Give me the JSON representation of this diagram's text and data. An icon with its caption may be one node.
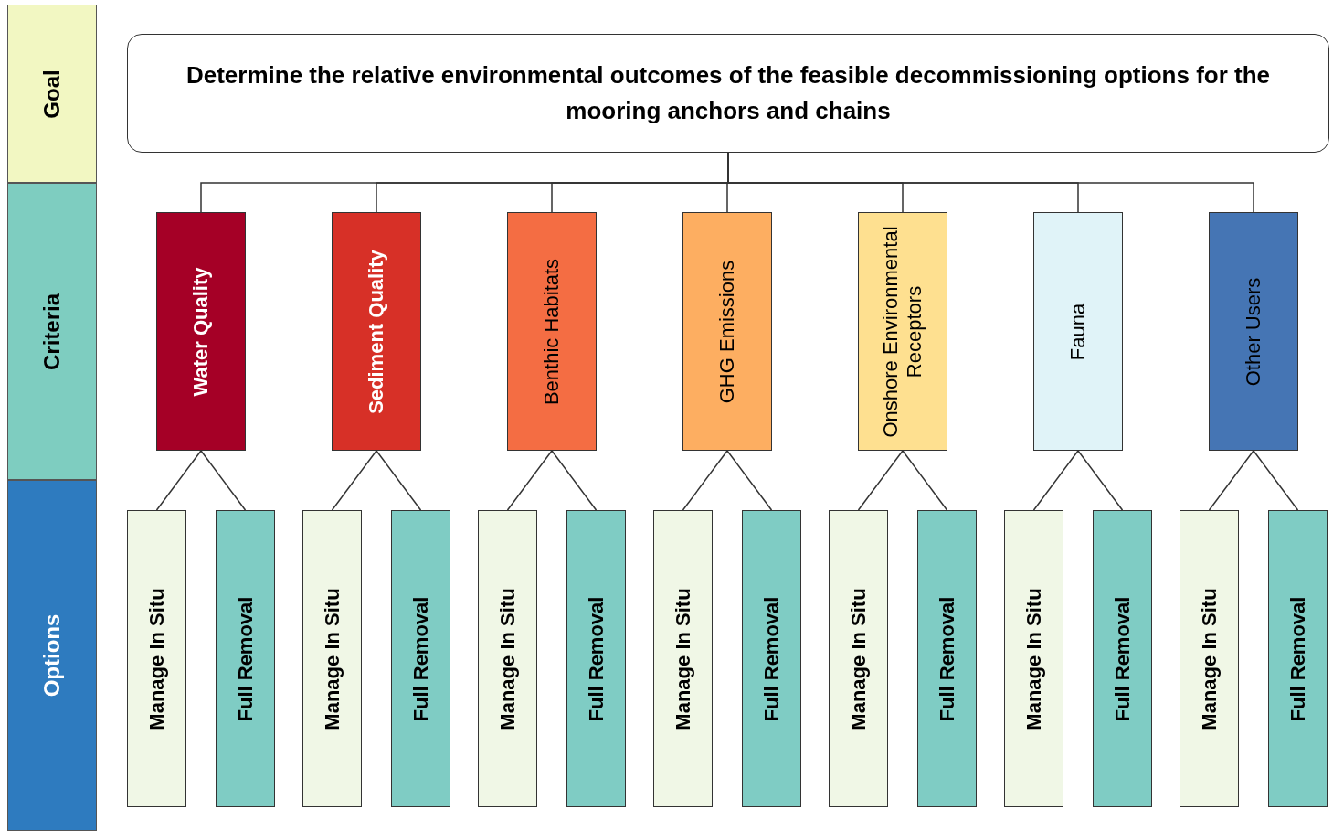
{
  "diagram": {
    "nodes": [
      {
        "text": [
          "Goal"
        ]
      },
      {
        "text": [
          "Criteria"
        ]
      },
      {
        "text": [
          "Options"
        ]
      },
      {
        "text": [
          "Determine the relative environmental outcomes of the feasible decommissioning options for the mooring anchors and chains"
        ]
      },
      {
        "text": [
          "Water Quality"
        ]
      },
      {
        "text": [
          "Sediment Quality"
        ]
      },
      {
        "text": [
          "Benthic Habitats"
        ]
      },
      {
        "text": [
          "GHG Emissions"
        ]
      },
      {
        "text": [
          "Onshore Environmental Receptors"
        ]
      },
      {
        "text": [
          "Fauna"
        ]
      },
      {
        "text": [
          "Other Users"
        ]
      },
      {
        "text": [
          "Manage In Situ"
        ]
      },
      {
        "text": [
          "Full Removal"
        ]
      },
      {
        "text": [
          "Manage In Situ"
        ]
      },
      {
        "text": [
          "Full Removal"
        ]
      },
      {
        "text": [
          "Manage In Situ"
        ]
      },
      {
        "text": [
          "Full Removal"
        ]
      },
      {
        "text": [
          "Manage In Situ"
        ]
      },
      {
        "text": [
          "Full Removal"
        ]
      },
      {
        "text": [
          "Manage In Situ"
        ]
      },
      {
        "text": [
          "Full Removal"
        ]
      },
      {
        "text": [
          "Manage In Situ"
        ]
      },
      {
        "text": [
          "Full Removal"
        ]
      },
      {
        "text": [
          "Manage In Situ"
        ]
      },
      {
        "text": [
          "Full Removal"
        ]
      }
    ],
    "edges": [
      {
        "from": 3,
        "to": 4,
        "arrow": "none"
      },
      {
        "from": 3,
        "to": 5,
        "arrow": "none"
      },
      {
        "from": 3,
        "to": 6,
        "arrow": "none"
      },
      {
        "from": 3,
        "to": 7,
        "arrow": "none"
      },
      {
        "from": 3,
        "to": 8,
        "arrow": "none"
      },
      {
        "from": 3,
        "to": 9,
        "arrow": "none"
      },
      {
        "from": 3,
        "to": 10,
        "arrow": "none"
      },
      {
        "from": 4,
        "to": 11,
        "arrow": "none"
      },
      {
        "from": 4,
        "to": 12,
        "arrow": "none"
      },
      {
        "from": 5,
        "to": 13,
        "arrow": "none"
      },
      {
        "from": 5,
        "to": 14,
        "arrow": "none"
      },
      {
        "from": 6,
        "to": 15,
        "arrow": "none"
      },
      {
        "from": 6,
        "to": 16,
        "arrow": "none"
      },
      {
        "from": 7,
        "to": 17,
        "arrow": "none"
      },
      {
        "from": 7,
        "to": 18,
        "arrow": "none"
      },
      {
        "from": 8,
        "to": 19,
        "arrow": "none"
      },
      {
        "from": 8,
        "to": 20,
        "arrow": "none"
      },
      {
        "from": 9,
        "to": 21,
        "arrow": "none"
      },
      {
        "from": 9,
        "to": 22,
        "arrow": "none"
      },
      {
        "from": 10,
        "to": 23,
        "arrow": "none"
      },
      {
        "from": 10,
        "to": 24,
        "arrow": "none"
      }
    ]
  }
}
